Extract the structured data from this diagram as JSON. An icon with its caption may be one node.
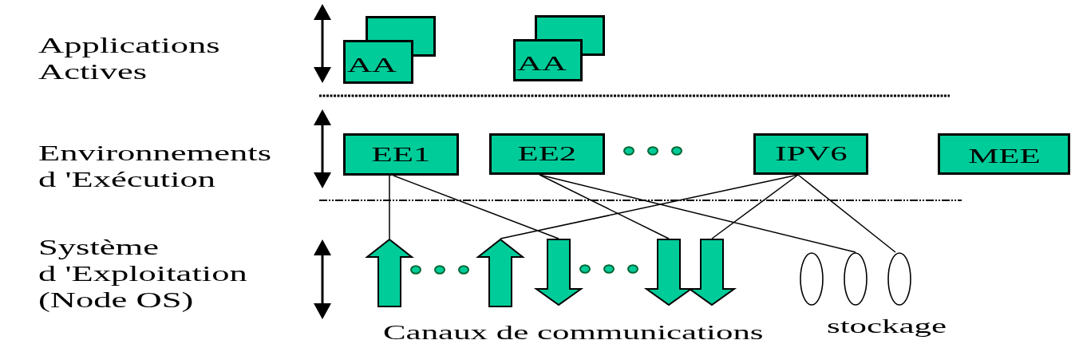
{
  "diagram": {
    "nodes": [
      {
        "text": [
          "AA"
        ]
      },
      {
        "text": [
          "AA"
        ]
      },
      {
        "text": [
          "EE1"
        ]
      },
      {
        "text": [
          "EE2"
        ]
      },
      {
        "text": [
          "IPV6"
        ]
      },
      {
        "text": [
          "MEE"
        ]
      },
      {
        "text": [],
        "shape": "arrow"
      },
      {
        "text": [],
        "shape": "arrow"
      },
      {
        "text": [],
        "shape": "arrow"
      },
      {
        "text": [],
        "shape": "arrow"
      },
      {
        "text": [],
        "shape": "arrow"
      },
      {
        "text": [],
        "shape": "ellipse"
      },
      {
        "text": [],
        "shape": "ellipse"
      },
      {
        "text": [],
        "shape": "ellipse"
      }
    ],
    "edges": [
      {
        "from": 2,
        "to": 6,
        "arrow": "none"
      },
      {
        "from": 2,
        "to": 8,
        "arrow": "none"
      },
      {
        "from": 3,
        "to": 9,
        "arrow": "none"
      },
      {
        "from": 3,
        "to": 12,
        "arrow": "none"
      },
      {
        "from": 4,
        "to": 7,
        "arrow": "none"
      },
      {
        "from": 4,
        "to": 10,
        "arrow": "none"
      },
      {
        "from": 4,
        "to": 13,
        "arrow": "none"
      }
    ],
    "labels": [
      "Applications Actives",
      "Environnements d 'Exécution",
      "Système d 'Exploitation (Node OS)",
      "stockage",
      "Canaux de communications"
    ]
  }
}
